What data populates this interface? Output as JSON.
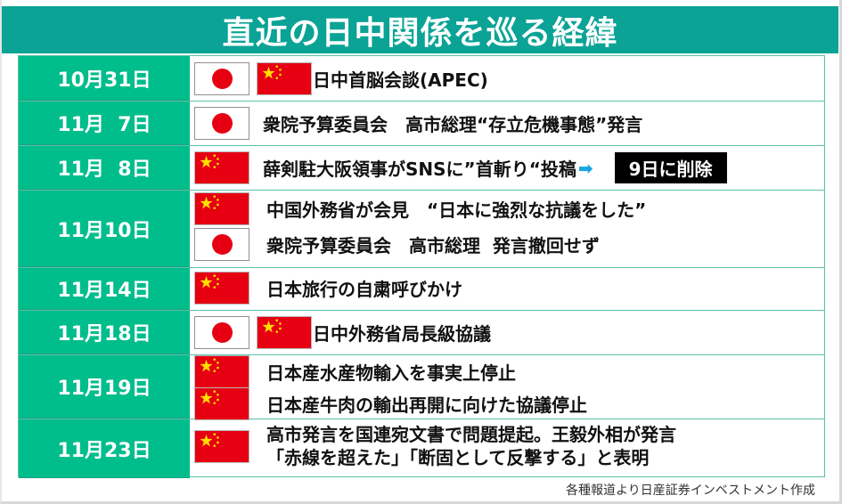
{
  "title": "直近の日中関係を巡る経緯",
  "colors": {
    "title_bg": "#0aa396",
    "date_bg": "#00bd8c",
    "border": "#5cbfa9",
    "flag_red": "#e60012",
    "star": "#ffde00",
    "arrow": "#1aa6e0"
  },
  "rows": [
    {
      "date": "10月31日",
      "lines": [
        {
          "flags": [
            "jp-flag",
            "cn-flag"
          ],
          "text": "日中首脳会談(APEC)"
        }
      ]
    },
    {
      "date": "11月  7日",
      "lines": [
        {
          "flags": [
            "jp-flag"
          ],
          "text": "衆院予算委員会　高市総理“存立危機事態”発言"
        }
      ]
    },
    {
      "date": "11月  8日",
      "lines": [
        {
          "flags": [
            "cn-flag"
          ],
          "text": "薛剣駐大阪領事がSNSに”首斬り“投稿",
          "arrow": "➡",
          "badge": "9日に削除"
        }
      ]
    },
    {
      "date": "11月10日",
      "lines": [
        {
          "flags": [
            "cn-flag"
          ],
          "text": "中国外務省が会見　“日本に強烈な抗議をした”"
        },
        {
          "flags": [
            "jp-flag"
          ],
          "text": "衆院予算委員会　高市総理  発言撤回せず"
        }
      ]
    },
    {
      "date": "11月14日",
      "lines": [
        {
          "flags": [
            "cn-flag"
          ],
          "text": "日本旅行の自粛呼びかけ"
        }
      ]
    },
    {
      "date": "11月18日",
      "lines": [
        {
          "flags": [
            "jp-flag",
            "cn-flag"
          ],
          "text": "日中外務省局長級協議"
        }
      ]
    },
    {
      "date": "11月19日",
      "lines": [
        {
          "flags": [
            "cn-flag"
          ],
          "text": "日本産水産物輸入を事実上停止"
        },
        {
          "flags": [
            "cn-flag"
          ],
          "text": "日本産牛肉の輸出再開に向けた協議停止"
        }
      ]
    },
    {
      "date": "11月23日",
      "lines": [
        {
          "flags": [
            "cn-flag"
          ],
          "text": "高市発言を国連宛文書で問題提起。王毅外相が発言\n「赤線を超えた」「断固として反撃する」と表明"
        }
      ]
    }
  ],
  "source": "各種報道より日産証券インベストメント作成"
}
